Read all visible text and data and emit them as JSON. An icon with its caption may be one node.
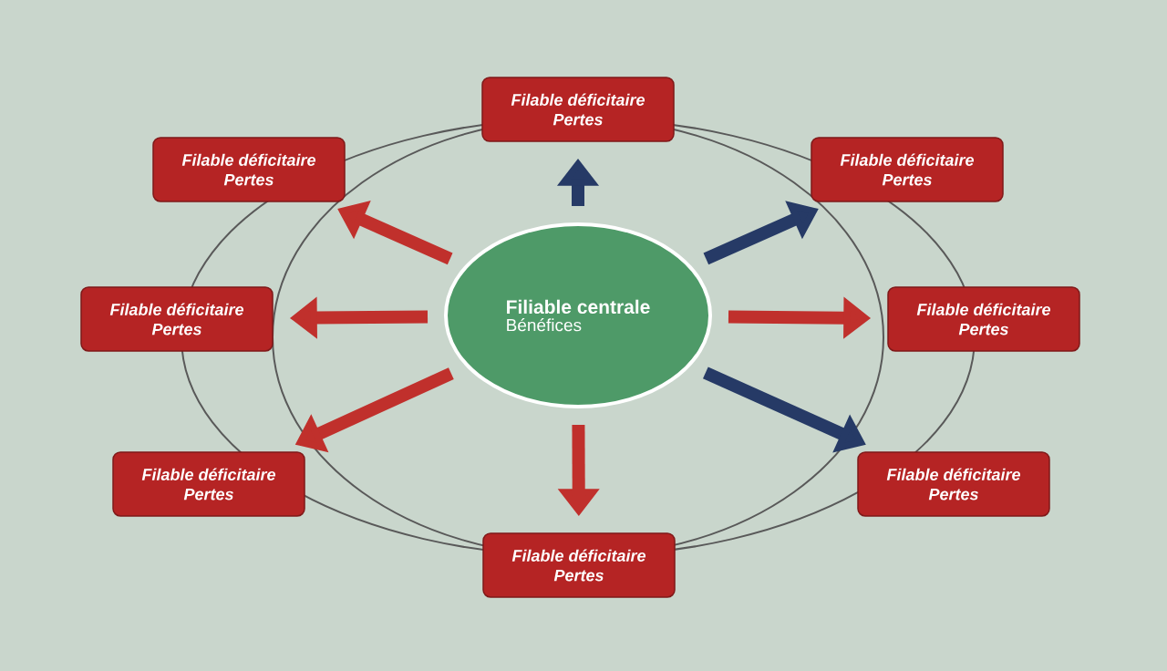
{
  "diagram": {
    "nodes": [
      {
        "text": [
          "Filiable centrale",
          "Bénéfices"
        ]
      },
      {
        "text": [
          "Filable déficitaire",
          "Pertes"
        ]
      },
      {
        "text": [
          "Filable déficitaire",
          "Pertes"
        ]
      },
      {
        "text": [
          "Filable déficitaire",
          "Pertes"
        ]
      },
      {
        "text": [
          "Filable déficitaire",
          "Pertes"
        ]
      },
      {
        "text": [
          "Filable déficitaire",
          "Pertes"
        ]
      },
      {
        "text": [
          "Filable déficitaire",
          "Pertes"
        ]
      },
      {
        "text": [
          "Filable déficitaire",
          "Pertes"
        ]
      },
      {
        "text": [
          "Filable déficitaire",
          "Pertes"
        ]
      }
    ],
    "edges": [
      {
        "from": 0,
        "to": 1,
        "arrow": "to",
        "color": "#263a66"
      },
      {
        "from": 0,
        "to": 2,
        "arrow": "to"
      },
      {
        "from": 0,
        "to": 3,
        "arrow": "to",
        "color": "#263a66"
      },
      {
        "from": 0,
        "to": 4,
        "arrow": "to"
      },
      {
        "from": 0,
        "to": 5,
        "arrow": "to"
      },
      {
        "from": 0,
        "to": 6,
        "arrow": "to"
      },
      {
        "from": 0,
        "to": 7,
        "arrow": "to",
        "color": "#263a66"
      },
      {
        "from": 0,
        "to": 8,
        "arrow": "to"
      }
    ]
  }
}
